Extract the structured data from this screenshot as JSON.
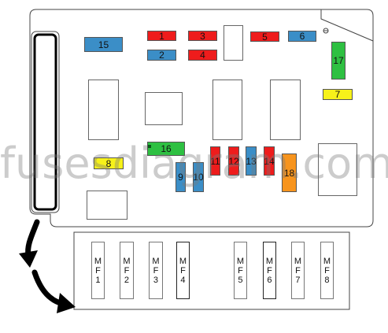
{
  "colors": {
    "red": "#ee1c1c",
    "blue": "#3b8ec7",
    "yellow": "#f7f21a",
    "green": "#2ec042",
    "orange": "#f7941d",
    "outline": "#444444"
  },
  "fuses": [
    {
      "label": "1",
      "color": "red"
    },
    {
      "label": "2",
      "color": "blue"
    },
    {
      "label": "3",
      "color": "red"
    },
    {
      "label": "4",
      "color": "red"
    },
    {
      "label": "5",
      "color": "red"
    },
    {
      "label": "6",
      "color": "blue"
    },
    {
      "label": "7",
      "color": "yellow"
    },
    {
      "label": "8",
      "color": "yellow"
    },
    {
      "label": "9",
      "color": "blue"
    },
    {
      "label": "10",
      "color": "blue"
    },
    {
      "label": "11",
      "color": "red"
    },
    {
      "label": "12",
      "color": "red"
    },
    {
      "label": "13",
      "color": "blue"
    },
    {
      "label": "14",
      "color": "red"
    },
    {
      "label": "15",
      "color": "blue"
    },
    {
      "label": "16",
      "color": "green"
    },
    {
      "label": "17",
      "color": "green"
    },
    {
      "label": "18",
      "color": "orange"
    }
  ],
  "maxi_fuses": [
    {
      "label": "M\nF\n1"
    },
    {
      "label": "M\nF\n2"
    },
    {
      "label": "M\nF\n3"
    },
    {
      "label": "M\nF\n4"
    },
    {
      "label": "M\nF\n5"
    },
    {
      "label": "M\nF\n6"
    },
    {
      "label": "M\nF\n7"
    },
    {
      "label": "M\nF\n8"
    }
  ],
  "watermark": "fusesdiagram.com"
}
